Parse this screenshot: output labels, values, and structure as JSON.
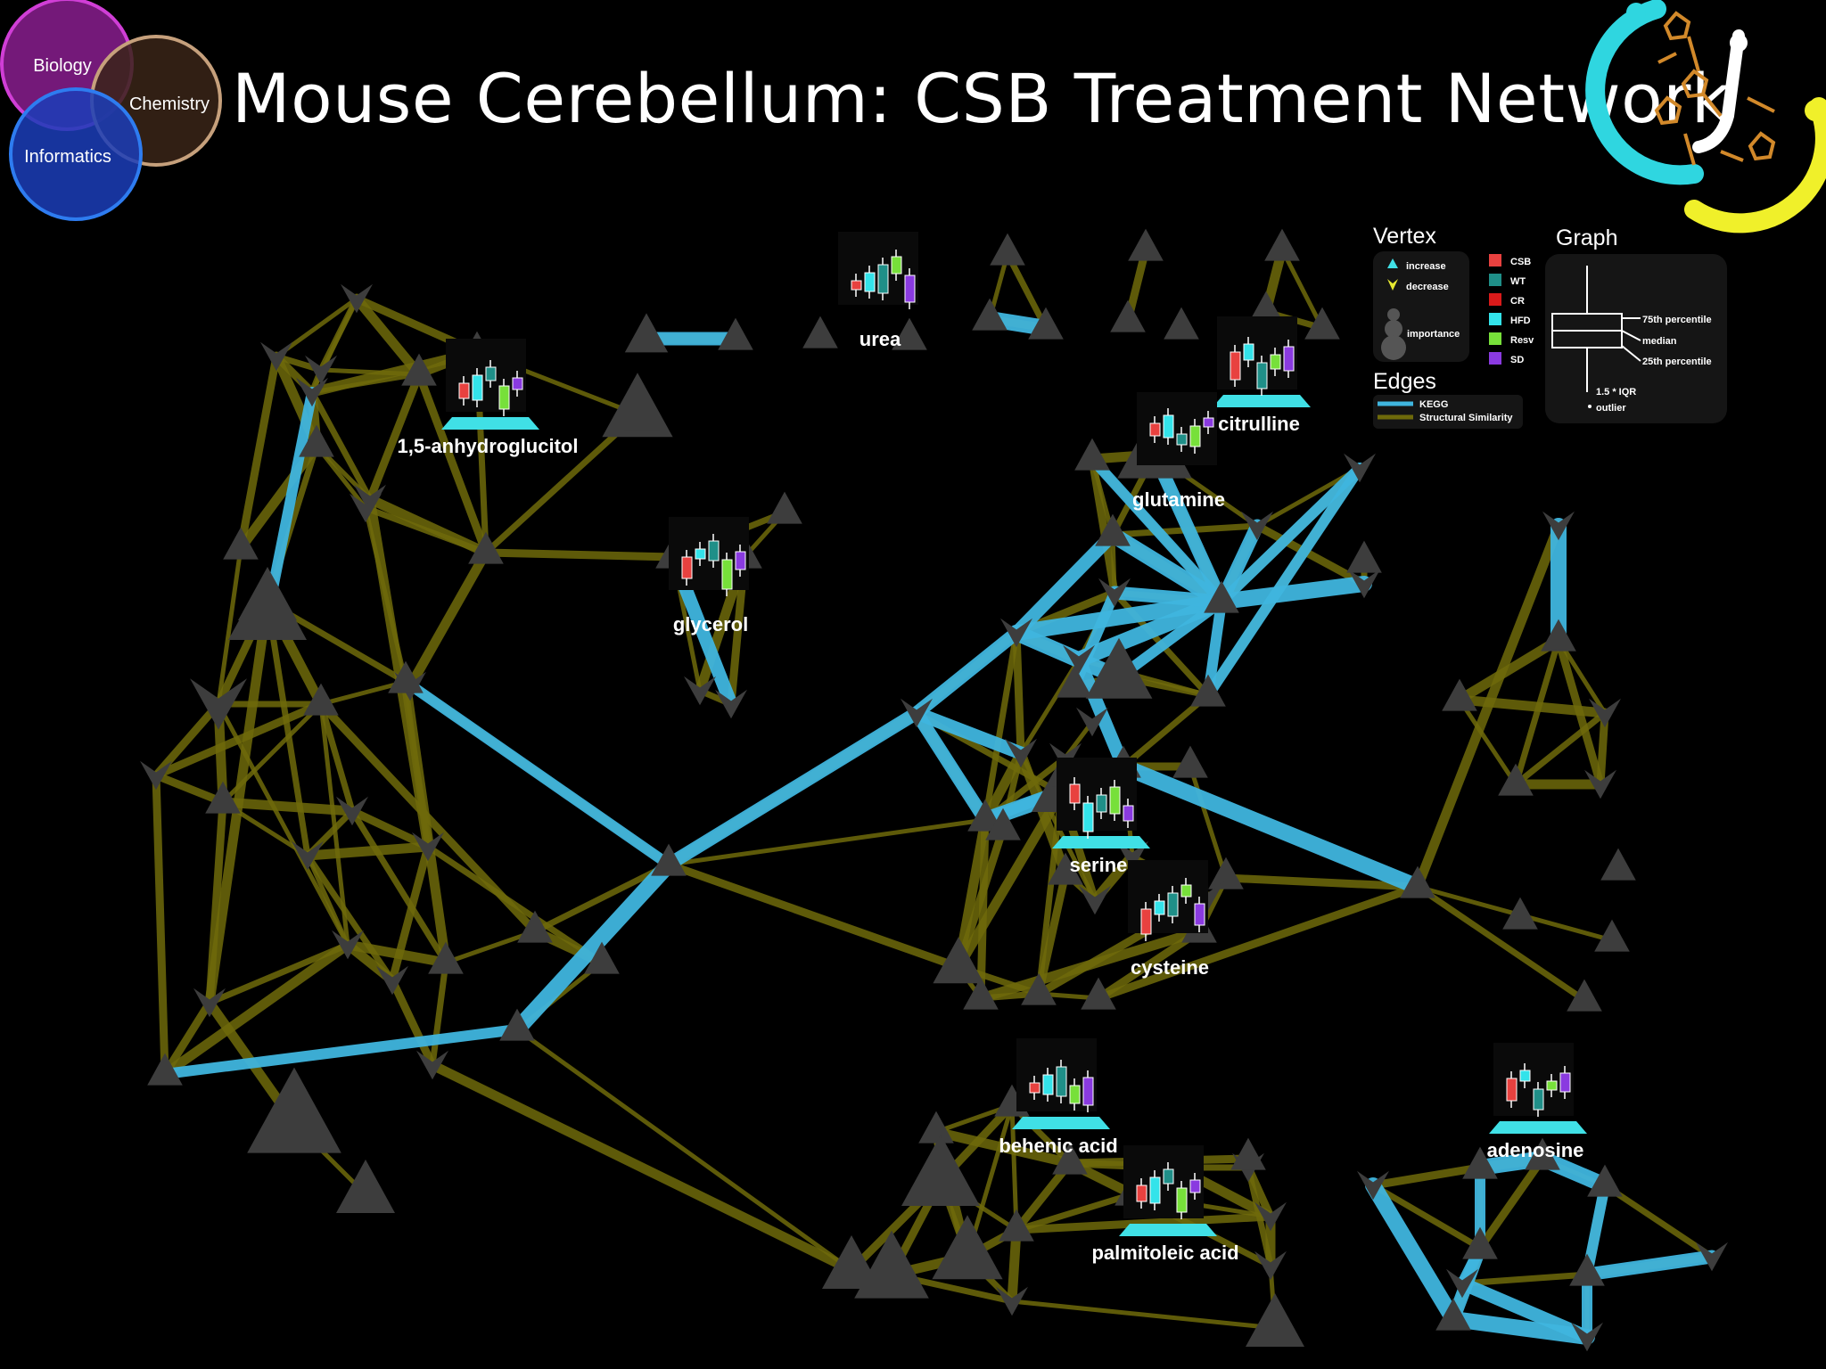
{
  "title": "Mouse Cerebellum: CSB Treatment Network",
  "venn": [
    "Biology",
    "Chemistry",
    "Informatics"
  ],
  "colors": {
    "background": "#000000",
    "kegg_edge": "#3fb5de",
    "structural_edge": "#6e6a0a",
    "vertex": "#3d3d3d",
    "increase": "#40e0e6",
    "decrease": "#e6e830",
    "csb": "#e8413f",
    "wt": "#1f8f88",
    "cr": "#d91a1a",
    "hfd": "#33e3ea",
    "resv": "#77e03a",
    "sd": "#8a3ae0"
  },
  "nodes": [
    {
      "id": "urea",
      "label": "urea"
    },
    {
      "id": "anhydro",
      "label": "1,5-anhydroglucitol"
    },
    {
      "id": "glycerol",
      "label": "glycerol"
    },
    {
      "id": "citrulline",
      "label": "citrulline"
    },
    {
      "id": "glutamine",
      "label": "glutamine"
    },
    {
      "id": "serine",
      "label": "serine"
    },
    {
      "id": "cysteine",
      "label": "cysteine"
    },
    {
      "id": "behenic",
      "label": "behenic acid"
    },
    {
      "id": "palmitoleic",
      "label": "palmitoleic acid"
    },
    {
      "id": "adenosine",
      "label": "adenosine"
    }
  ],
  "legend": {
    "vertex_title": "Vertex",
    "graph_title": "Graph",
    "edges_title": "Edges",
    "vertex_items": [
      {
        "icon": "increase-triangle-icon",
        "label": "increase"
      },
      {
        "icon": "decrease-arrow-icon",
        "label": "decrease"
      },
      {
        "icon": "importance-circles-icon",
        "label": "importance"
      }
    ],
    "groups": [
      {
        "label": "CSB",
        "color": "#e8413f"
      },
      {
        "label": "WT",
        "color": "#1f8f88"
      },
      {
        "label": "CR",
        "color": "#d91a1a"
      },
      {
        "label": "HFD",
        "color": "#33e3ea"
      },
      {
        "label": "Resv",
        "color": "#77e03a"
      },
      {
        "label": "SD",
        "color": "#8a3ae0"
      }
    ],
    "graph_items": [
      "75th percentile",
      "median",
      "25th percentile",
      "1.5 * IQR",
      "outlier"
    ],
    "edge_items": [
      {
        "label": "KEGG",
        "color": "#3fb5de"
      },
      {
        "label": "Structural Similarity",
        "color": "#6e6a0a"
      }
    ]
  }
}
